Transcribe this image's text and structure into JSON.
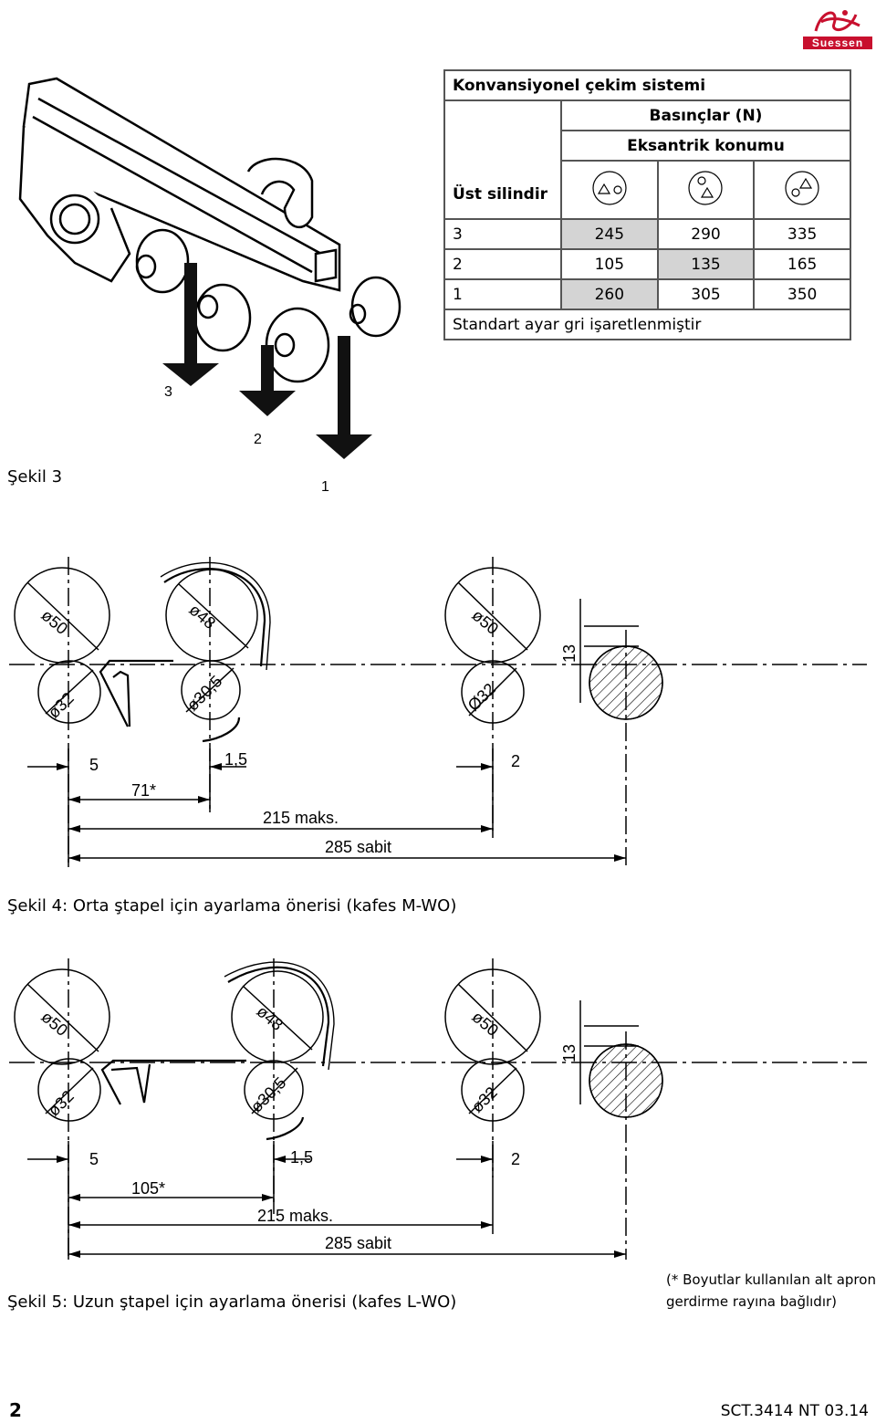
{
  "brand": {
    "name": "Suessen"
  },
  "table": {
    "title": "Konvansiyonel çekim sistemi",
    "pressures_header": "Basınçlar (N)",
    "eccentric_header": "Eksantrik konumu",
    "top_roller_label": "Üst silindir",
    "eccentric_icons": [
      "eccentric-position-1-icon",
      "eccentric-position-2-icon",
      "eccentric-position-3-icon"
    ],
    "rows": [
      {
        "roller": "3",
        "values": [
          "245",
          "290",
          "335"
        ],
        "standard_index": 0
      },
      {
        "roller": "2",
        "values": [
          "105",
          "135",
          "165"
        ],
        "standard_index": 1
      },
      {
        "roller": "1",
        "values": [
          "260",
          "305",
          "350"
        ],
        "standard_index": 0
      }
    ],
    "note": "Standart ayar gri işaretlenmiştir",
    "highlight_color": "#d4d4d4"
  },
  "figure3": {
    "caption": "Şekil 3",
    "roller_labels": [
      "3",
      "2",
      "1"
    ]
  },
  "figure4": {
    "caption": "Şekil 4: Orta ştapel için ayarlama önerisi (kafes M-WO)",
    "diameters": [
      "ø50",
      "ø48",
      "ø50",
      "ø32",
      "ø30,5",
      "Ø32"
    ],
    "gap_label": "13",
    "dims": {
      "d5": "5",
      "d15": "1,5",
      "d2": "2",
      "d71": "71*",
      "d215": "215 maks.",
      "d285": "285 sabit"
    }
  },
  "figure5": {
    "caption": "Şekil 5: Uzun ştapel için ayarlama önerisi (kafes L-WO)",
    "diameters": [
      "ø50",
      "ø48",
      "ø50",
      "ø32",
      "ø30,5",
      "ø32"
    ],
    "gap_label": "13",
    "dims": {
      "d5": "5",
      "d15": "1,5",
      "d2": "2",
      "d105": "105*",
      "d215": "215 maks.",
      "d285": "285 sabit"
    }
  },
  "footnote": {
    "line1": "(* Boyutlar kullanılan alt apron",
    "line2": "gerdirme rayına bağlıdır)"
  },
  "footer": {
    "page_number": "2",
    "doc_code": "SCT.3414 NT 03.14"
  }
}
